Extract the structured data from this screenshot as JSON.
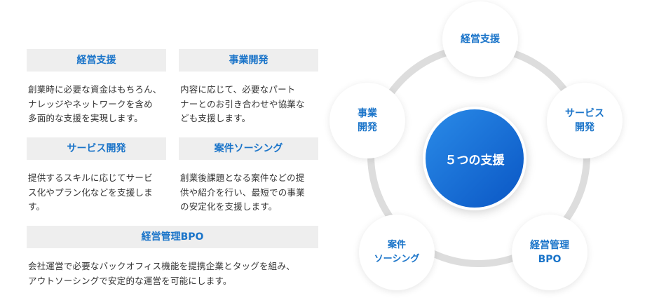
{
  "colors": {
    "accent_text": "#1a74c9",
    "card_header_bg": "#eeeeee",
    "ring": "#dddddd",
    "center_gradient_start": "#2a8be8",
    "center_gradient_end": "#0a56c4"
  },
  "cards": [
    {
      "title": "経営支援",
      "body": "創業時に必要な資金はもちろん、\nナレッジやネットワークを含め\n多面的な支援を実現します。"
    },
    {
      "title": "事業開発",
      "body": "内容に応じて、必要なパート\nナーとのお引き合わせや協業な\nども支援します。"
    },
    {
      "title": "サービス開発",
      "body": "提供するスキルに応じてサービ\nス化やプラン化などを支援しま\nす。"
    },
    {
      "title": "案件ソーシング",
      "body": "創業後課題となる案件などの提\n供や紹介を行い、最短での事業\nの安定化を支援します。"
    },
    {
      "title": "経営管理BPO",
      "body": "会社運営で必要なバックオフィス機能を提携企業とタッグを組み、\nアウトソーシングで安定的な運営を可能にします。"
    }
  ],
  "cycle": {
    "center_label": "５つの支援",
    "nodes": [
      {
        "label": "経営支援"
      },
      {
        "label": "サービス\n開発"
      },
      {
        "label": "経営管理\nBPO"
      },
      {
        "label": "案件\nソーシング"
      },
      {
        "label": "事業\n開発"
      }
    ]
  }
}
